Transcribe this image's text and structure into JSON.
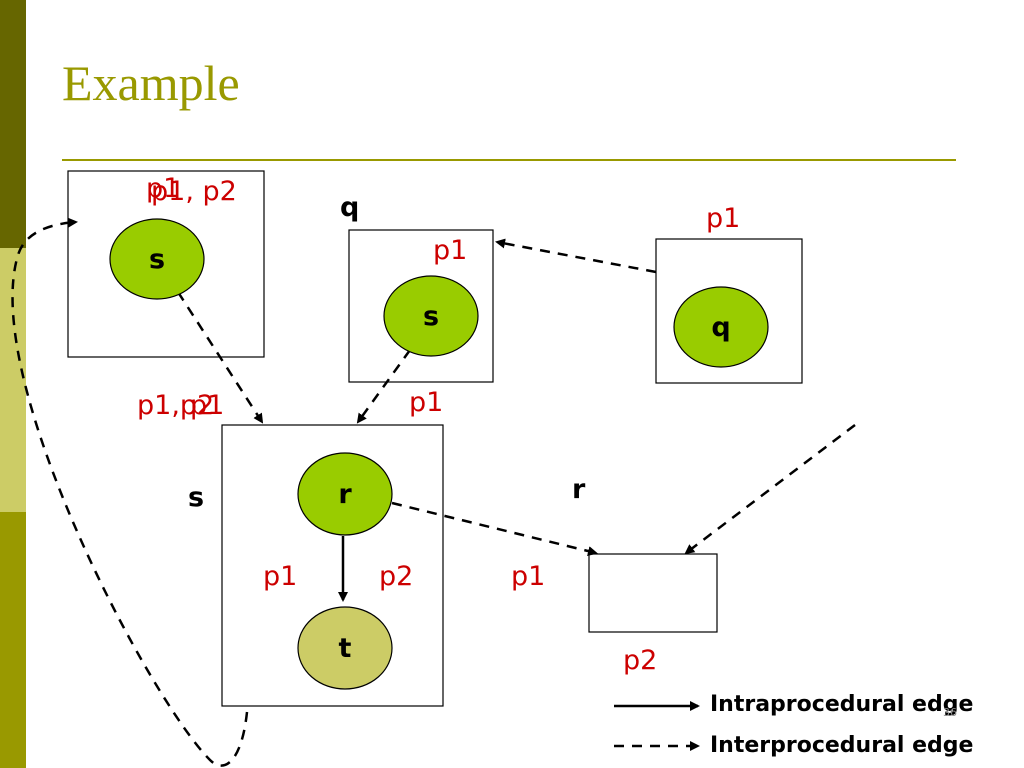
{
  "slide": {
    "title": "Example",
    "page_number": "36"
  },
  "colors": {
    "title": "#999900",
    "sidebar_dark": "#666600",
    "sidebar_light": "#cccc66",
    "sidebar_mid": "#999900",
    "node_green": "#99cc00",
    "node_olive": "#cccc66",
    "label_red": "#cc0000"
  },
  "diagram": {
    "boxes": [
      {
        "id": "box-left"
      },
      {
        "id": "box-q"
      },
      {
        "id": "box-q-right"
      },
      {
        "id": "box-s-main"
      },
      {
        "id": "box-r"
      }
    ],
    "nodes": [
      {
        "id": "node-s-left",
        "label": "s"
      },
      {
        "id": "node-s-q",
        "label": "s"
      },
      {
        "id": "node-q",
        "label": "q"
      },
      {
        "id": "node-r",
        "label": "r"
      },
      {
        "id": "node-t",
        "label": "t"
      }
    ],
    "labels": {
      "box_left_top_a": "p1",
      "box_left_top_b": "p1, p2",
      "box_q_name": "q",
      "box_q_p1": "p1",
      "box_q_right_p1": "p1",
      "edge_into_s_a": "p1,p2",
      "edge_into_s_b": "p1",
      "edge_into_s_p1": "p1",
      "box_s_name": "s",
      "box_r_name": "r",
      "r_to_t_p1": "p1",
      "r_to_t_p2": "p2",
      "r_to_r_p1": "p1",
      "box_r_p2": "p2"
    }
  },
  "legend": {
    "intra": "Intraprocedural edge",
    "inter": "Interprocedural edge"
  }
}
